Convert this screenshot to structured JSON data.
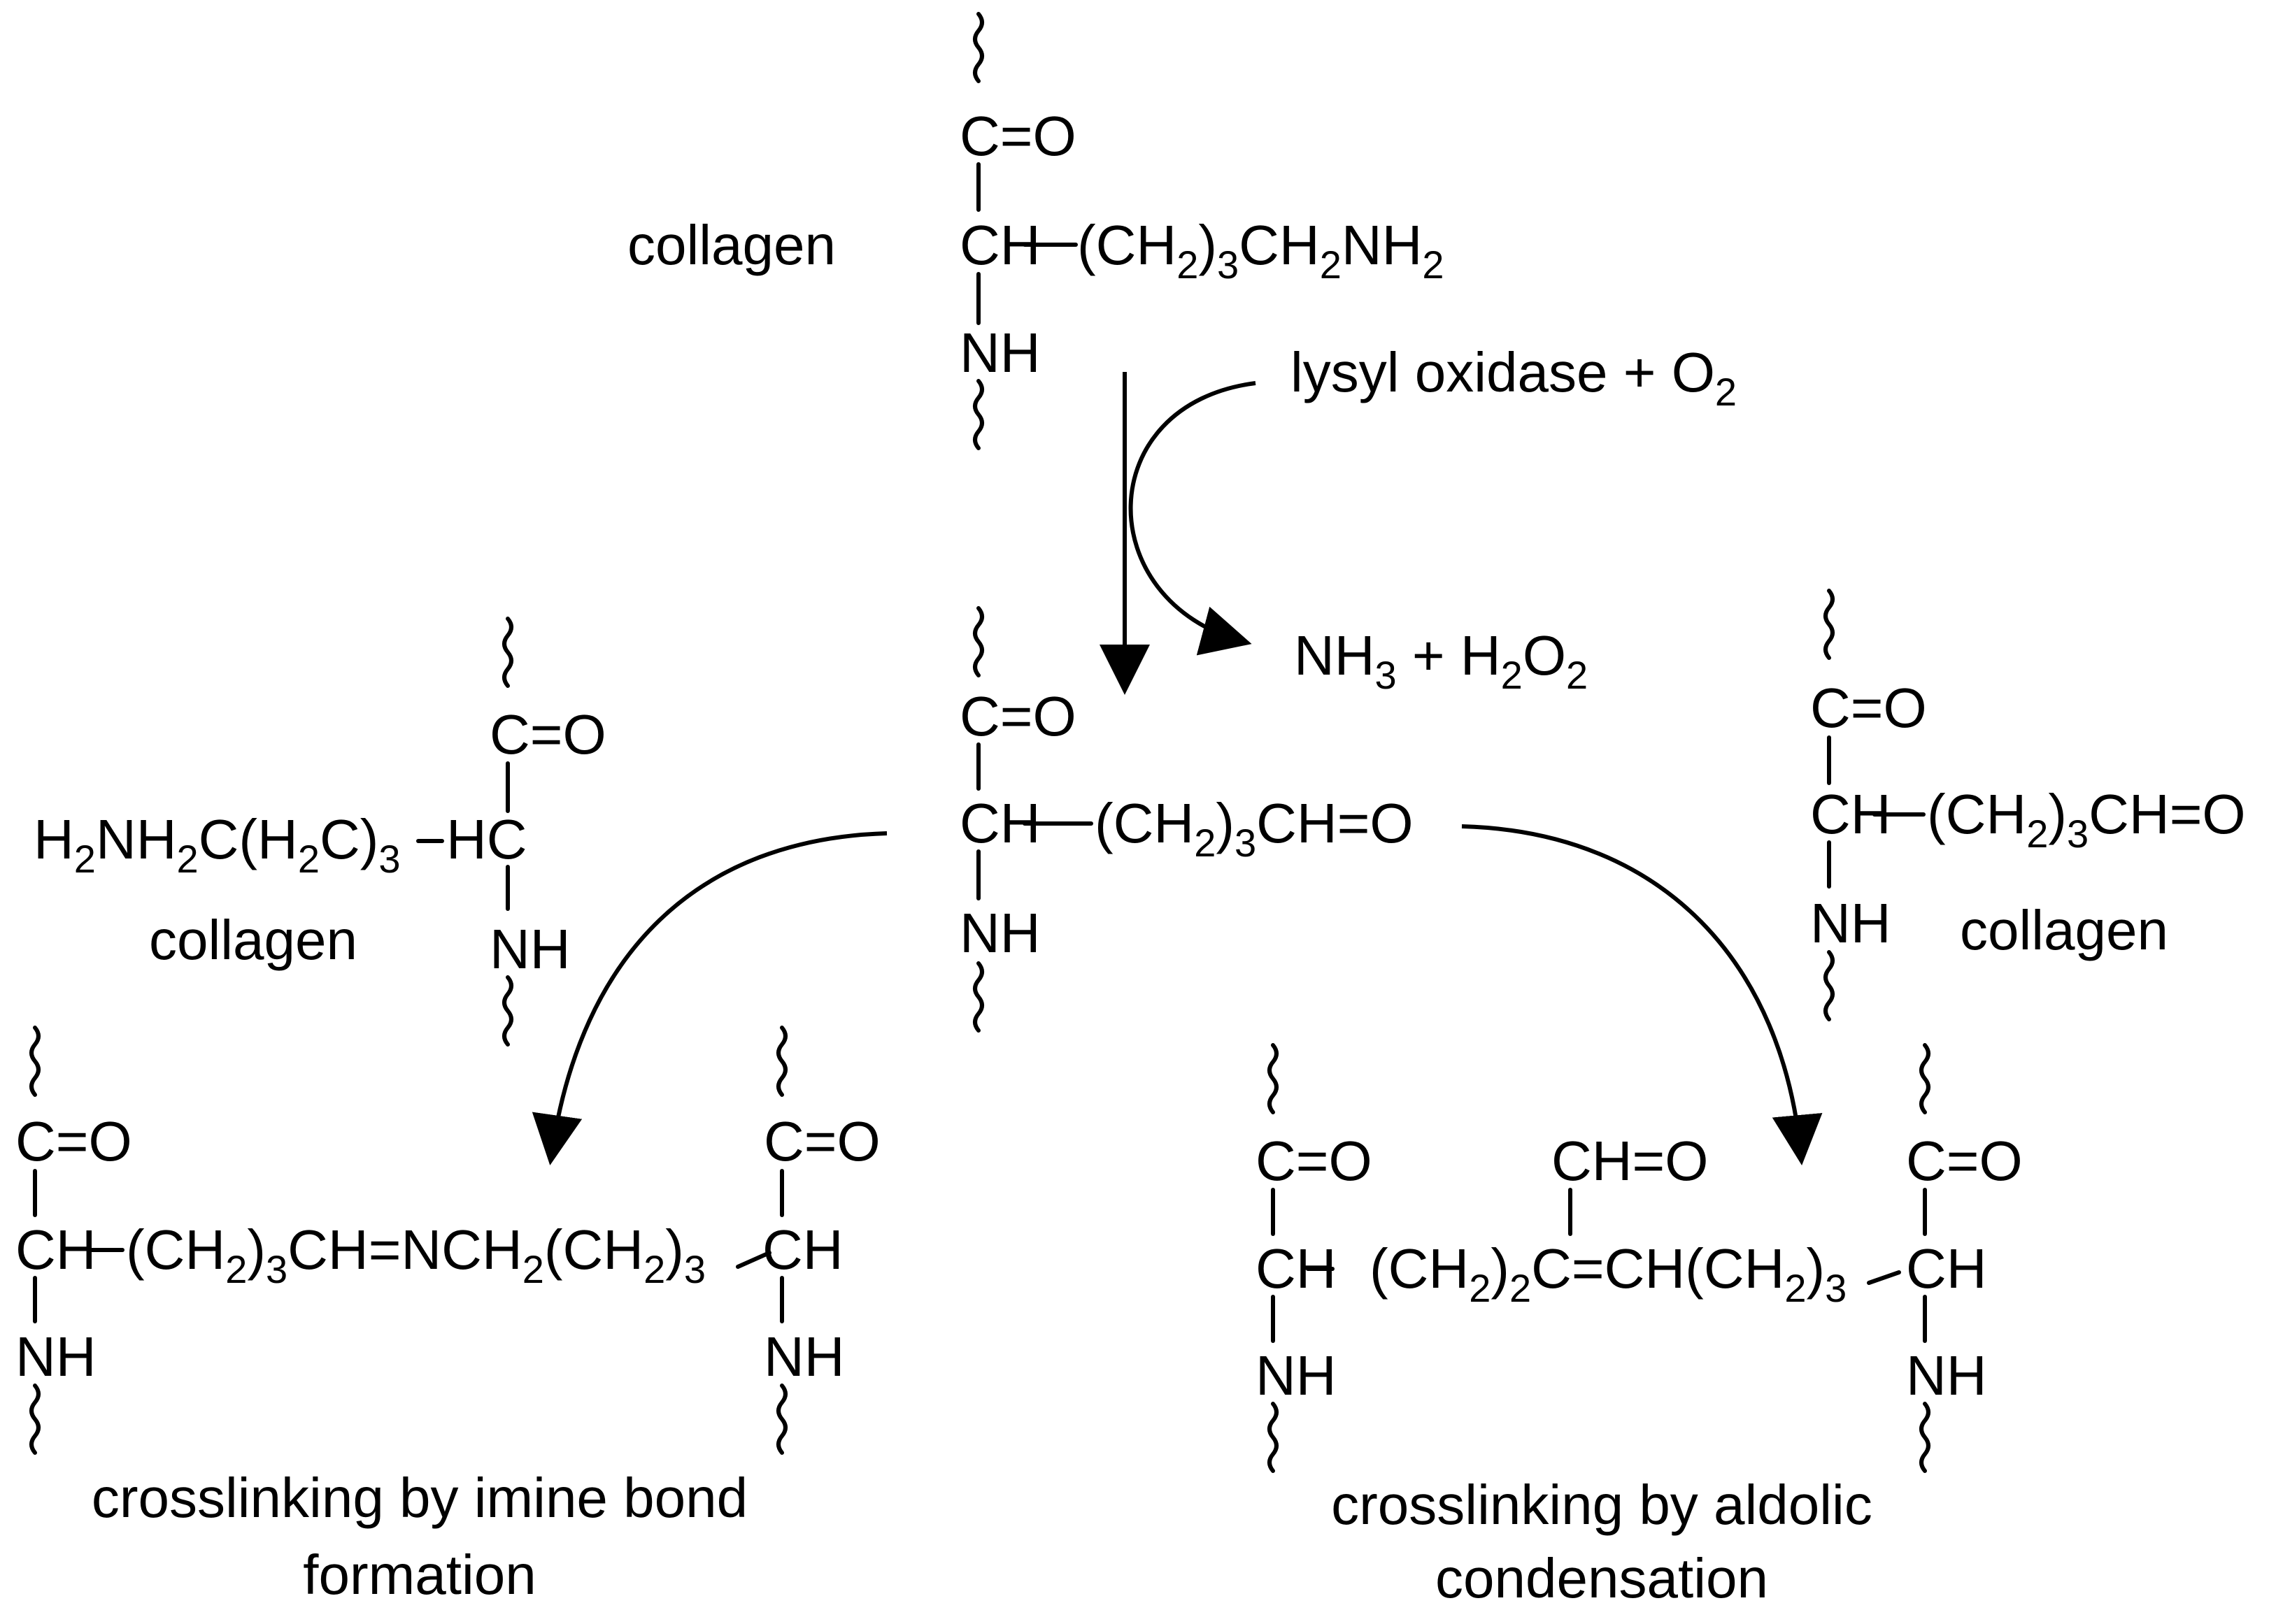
{
  "labels": {
    "collagen": "collagen",
    "co": "C=O",
    "ch": "CH",
    "nh": "NH",
    "hc": "HC",
    "ch_eq_o": "CH=O",
    "lysyl_oxidase": "lysyl oxidase + O",
    "two": "2",
    "three": "3",
    "nh3_h2o2_a": "NH",
    "nh3_h2o2_b": " + H",
    "nh3_h2o2_c": "O",
    "lysine_side_a": "(CH",
    "lysine_side_b": ")",
    "lysine_side_c": "CH",
    "lysine_side_d": "NH",
    "aldehyde_side_a": "(CH",
    "aldehyde_side_b": ")",
    "aldehyde_side_c": "CH=O",
    "left_side_a": "H",
    "left_side_b": "NH",
    "left_side_c": "C(H",
    "left_side_d": "C)",
    "imine_a": "(CH",
    "imine_b": ")",
    "imine_c": "CH=NCH",
    "imine_d": "(CH",
    "imine_e": ")",
    "aldol_a": "(CH",
    "aldol_b": ")",
    "aldol_c": "C=CH(CH",
    "aldol_d": ")",
    "caption_left_1": "crosslinking by imine bond",
    "caption_left_2": "formation",
    "caption_right_1": "crosslinking by aldolic",
    "caption_right_2": "condensation"
  },
  "colors": {
    "ink": "#000000",
    "background": "#ffffff"
  }
}
